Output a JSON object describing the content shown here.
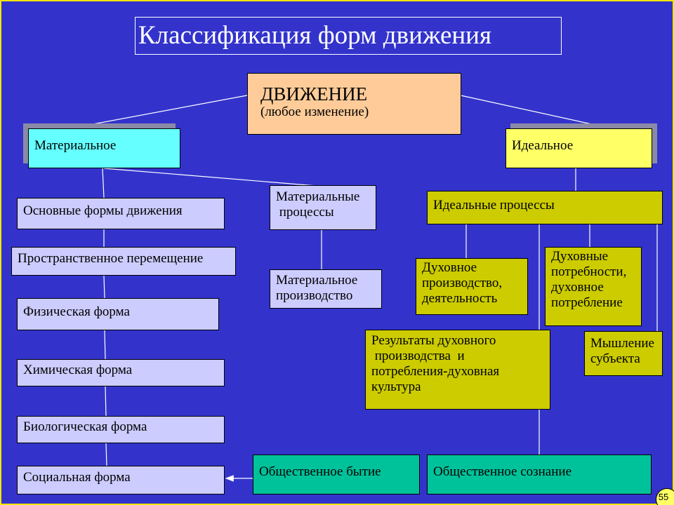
{
  "title": "Классификация форм движения",
  "root": {
    "label": "ДВИЖЕНИЕ",
    "sublabel": "(любое изменение)"
  },
  "material": {
    "label": "Материальное",
    "forms": [
      "Основные формы движения",
      "Пространственное перемещение",
      "Физическая форма",
      "Химическая форма",
      "Биологическая форма",
      "Социальная форма"
    ],
    "processes": {
      "line1": "Материальные",
      "line2": " процессы"
    },
    "production": {
      "line1": "Материальное",
      "line2": "производство"
    },
    "social_being": "Общественное бытие"
  },
  "ideal": {
    "label": "Идеальное",
    "processes": "Идеальные процессы",
    "spiritual_production": {
      "line1": "Духовное",
      "line2": "производство,",
      "line3": "деятельность"
    },
    "spiritual_needs": {
      "line1": "Духовные",
      "line2": "потребности,",
      "line3": "духовное",
      "line4": "потребление"
    },
    "results": {
      "line1": "Результаты духовного",
      "line2": " производства  и",
      "line3": "потребления-духовная",
      "line4": "культура"
    },
    "thinking": {
      "line1": "Мышление",
      "line2": "субъекта"
    },
    "social_consciousness": "Общественное сознание"
  },
  "page_number": "55",
  "colors": {
    "background": "#3333cc",
    "border": "#f2e600",
    "lavender": "#ccccff",
    "olive": "#cccc00",
    "teal": "#00c29a",
    "cyan": "#66ffff",
    "yellow": "#ffff66",
    "peach": "#ffcc99"
  }
}
